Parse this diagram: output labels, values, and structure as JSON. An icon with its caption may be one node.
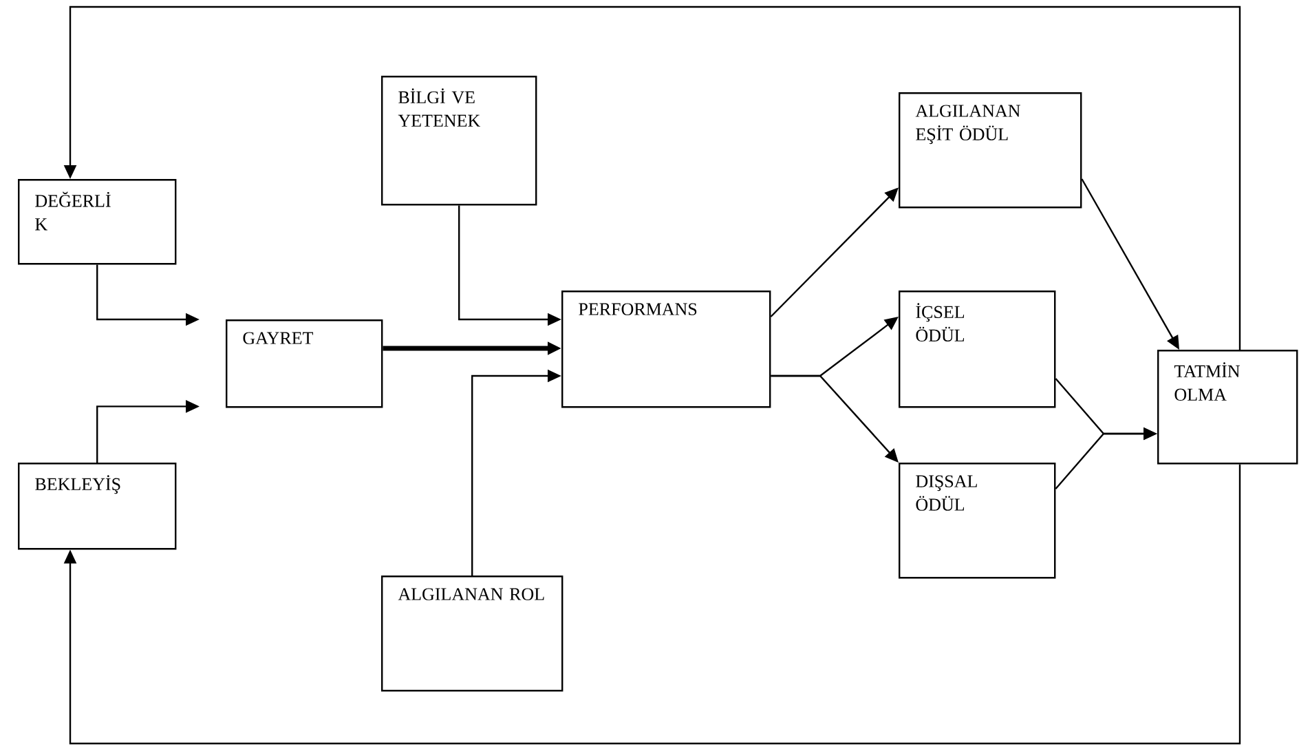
{
  "diagram": {
    "nodes": [
      {
        "text": [
          "BİLGİ VE YETENEK"
        ]
      },
      {
        "text": [
          "ALGILANAN EŞİT ÖDÜL"
        ]
      },
      {
        "text": [
          "DEĞERLİ K"
        ]
      },
      {
        "text": [
          "GAYRET"
        ]
      },
      {
        "text": [
          "PERFORMANS"
        ]
      },
      {
        "text": [
          "İÇSEL ÖDÜL"
        ]
      },
      {
        "text": [
          "TATMİN OLMA"
        ]
      },
      {
        "text": [
          "BEKLEYİŞ"
        ]
      },
      {
        "text": [
          "DIŞSAL ÖDÜL"
        ]
      },
      {
        "text": [
          "ALGILANAN ROL"
        ]
      }
    ],
    "edges": [
      {
        "from": 2,
        "to": 3,
        "arrow": "to"
      },
      {
        "from": 7,
        "to": 3,
        "arrow": "to"
      },
      {
        "from": 3,
        "to": 4,
        "arrow": "to",
        "style": "thick"
      },
      {
        "from": 0,
        "to": 4,
        "arrow": "to"
      },
      {
        "from": 9,
        "to": 4,
        "arrow": "to"
      },
      {
        "from": 4,
        "to": 1,
        "arrow": "to"
      },
      {
        "from": 4,
        "to": 5,
        "arrow": "to"
      },
      {
        "from": 4,
        "to": 8,
        "arrow": "to"
      },
      {
        "from": 1,
        "to": 6,
        "arrow": "to"
      },
      {
        "from": 5,
        "to": 6,
        "arrow": "to"
      },
      {
        "from": 8,
        "to": 6,
        "arrow": "to"
      },
      {
        "from": 6,
        "to": 2,
        "arrow": "to"
      },
      {
        "from": 6,
        "to": 7,
        "arrow": "to"
      }
    ]
  }
}
